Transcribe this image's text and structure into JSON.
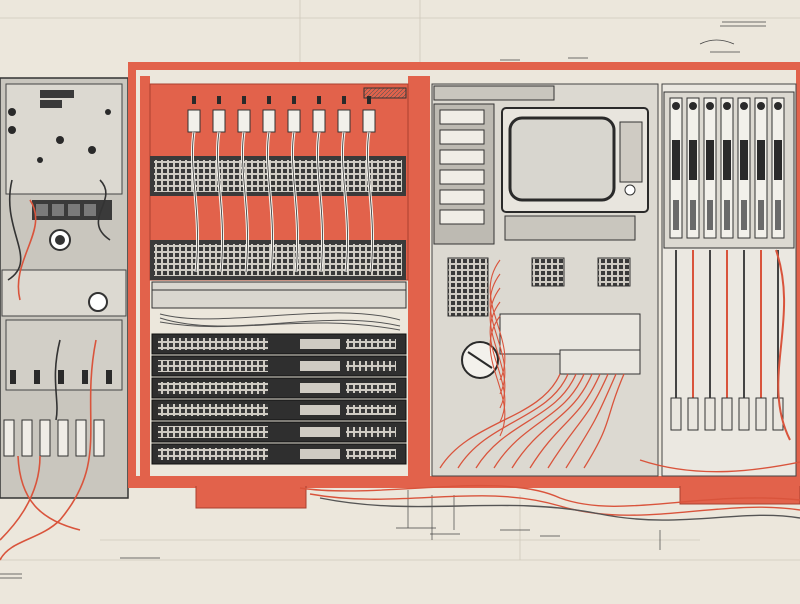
{
  "palette": {
    "paper": "#ece7dc",
    "ink": "#2a2a2a",
    "frame_red": "#e2624b",
    "panel_grey": "#c9c6be",
    "panel_light": "#dcd9d1",
    "wire_red": "#d9543c",
    "screen": "#d8d6cf"
  },
  "illustration": {
    "subject": "equipment-rack-cabinet-with-patch-cables",
    "sections": [
      "left-control-panel",
      "patch-rack",
      "monitor-and-terminals",
      "right-switch-panel"
    ]
  },
  "left_panel": {
    "indicator_count": 6,
    "switch_columns": 6
  },
  "patch_rack": {
    "cable_count": 8,
    "rack_unit_rows": 6
  },
  "center_section": {
    "terminal_strips": 3,
    "dial_count": 1
  },
  "right_panel": {
    "slider_columns": 7
  }
}
